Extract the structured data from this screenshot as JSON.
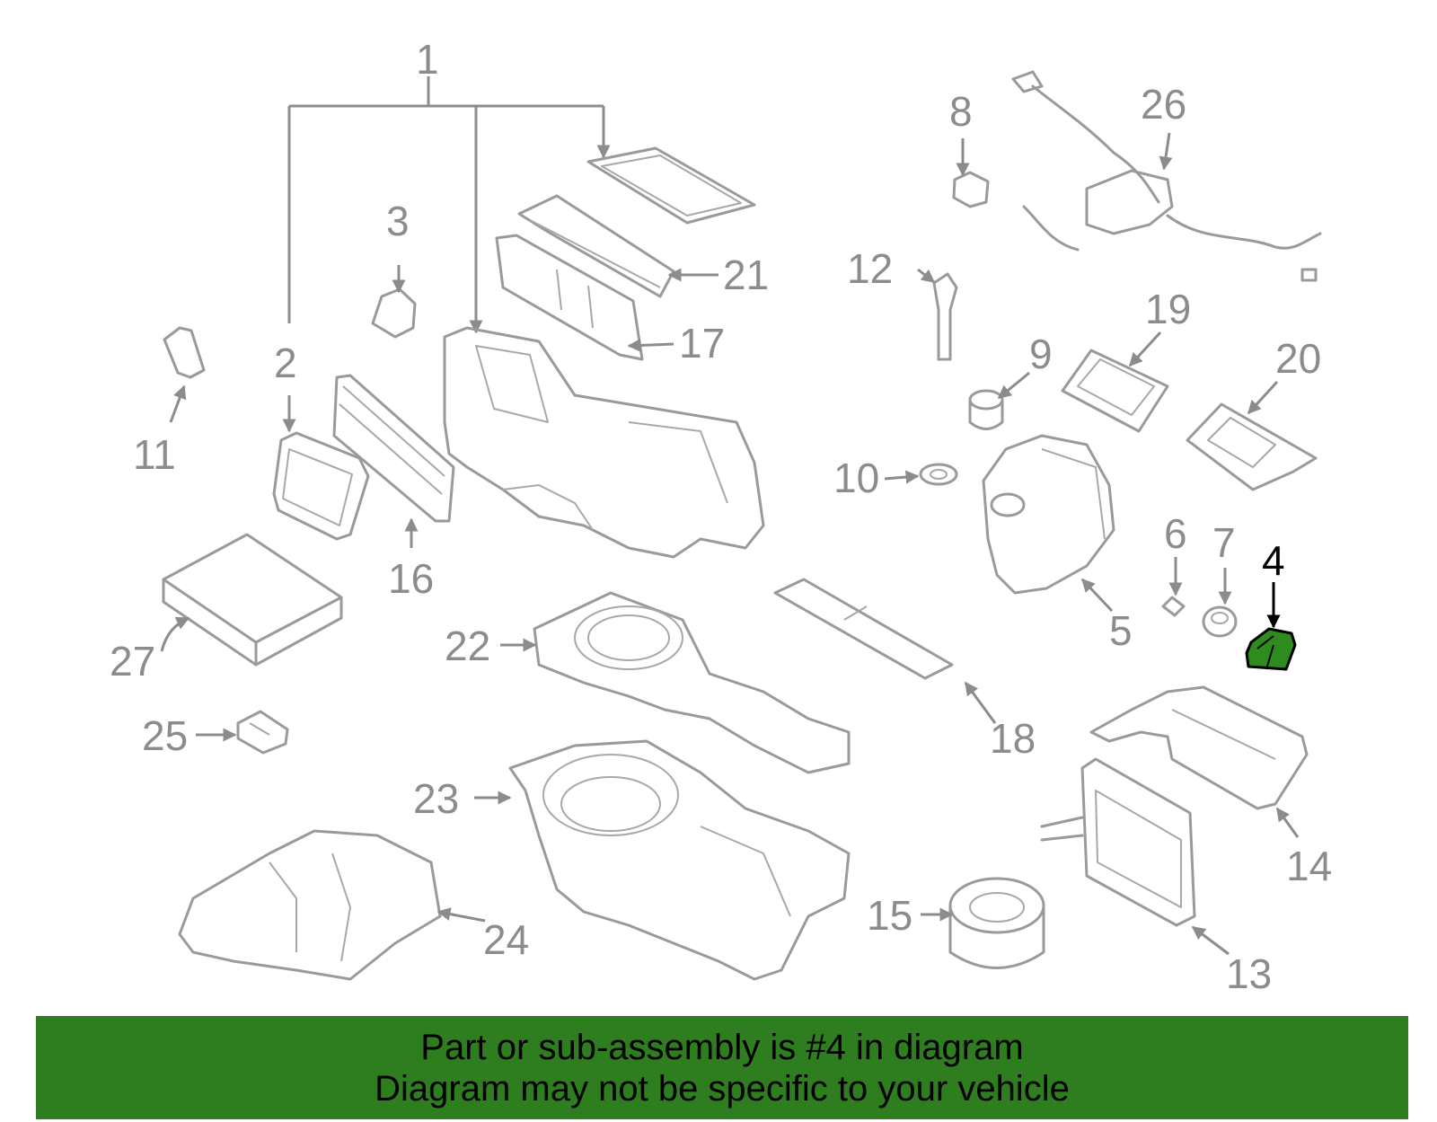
{
  "labels": {
    "n1": "1",
    "n2": "2",
    "n3": "3",
    "n4": "4",
    "n5": "5",
    "n6": "6",
    "n7": "7",
    "n8": "8",
    "n9": "9",
    "n10": "10",
    "n11": "11",
    "n12": "12",
    "n13": "13",
    "n14": "14",
    "n15": "15",
    "n16": "16",
    "n17": "17",
    "n18": "18",
    "n19": "19",
    "n20": "20",
    "n21": "21",
    "n22": "22",
    "n23": "23",
    "n24": "24",
    "n25": "25",
    "n26": "26",
    "n27": "27"
  },
  "highlight": {
    "part": "4",
    "color": "#2e8b1e"
  },
  "banner": {
    "line1": "Part or sub-assembly is #4 in diagram",
    "line2": "Diagram may not be specific to your vehicle",
    "background": "#2e7d1f"
  }
}
